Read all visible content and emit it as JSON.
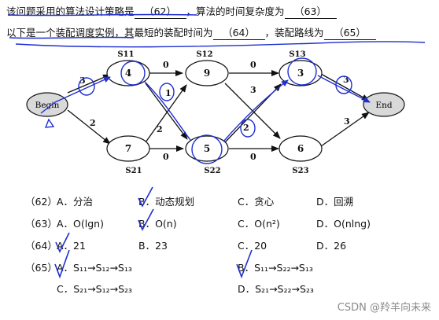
{
  "question": {
    "line1": {
      "part1": "该问题采用的算法设计策略是",
      "blank1": "（62）",
      "part2": "，算法的时间复杂度为",
      "blank2": "（63）"
    },
    "line2": {
      "part1": "以下是一个装配调度实例，",
      "part2": "其最短的装配时间为",
      "blank1": "（64）",
      "part3": "，装配路线为",
      "blank2": "（65）"
    }
  },
  "diagram": {
    "begin_label": "Begin",
    "end_label": "End",
    "nodes": {
      "s11": {
        "name": "S11",
        "value": "4"
      },
      "s12": {
        "name": "S12",
        "value": "9"
      },
      "s13": {
        "name": "S13",
        "value": "3"
      },
      "s21": {
        "name": "S21",
        "value": "7"
      },
      "s22": {
        "name": "S22",
        "value": "5"
      },
      "s23": {
        "name": "S23",
        "value": "6"
      }
    },
    "edges": {
      "begin_s11": "3",
      "begin_s21": "2",
      "s11_s12": "0",
      "s11_s22": "1",
      "s21_s12": "2",
      "s21_s22": "0",
      "s12_s13": "0",
      "s12_s23": "3",
      "s22_s13": "2",
      "s22_s23": "0",
      "s13_end": "3",
      "s23_end": "3"
    }
  },
  "options": [
    {
      "num": "（62）",
      "A": "A．分治",
      "B": "B．动态规划",
      "C": "C．贪心",
      "D": "D．回溯"
    },
    {
      "num": "（63）",
      "A": "A．O(lgn)",
      "B": "B．O(n)",
      "C": "C．O(n²)",
      "D": "D．O(nlng)"
    },
    {
      "num": "（64）",
      "A": "A．21",
      "B": "B．23",
      "C": "C．20",
      "D": "D．26"
    },
    {
      "num": "（65）",
      "A": "A．S₁₁→S₁₂→S₁₃",
      "B": "B．S₁₁→S₂₂→S₁₃",
      "C": "C．S₂₁→S₁₂→S₂₃",
      "D": "D．S₂₁→S₂₂→S₂₃"
    }
  ],
  "watermark": "CSDN @羚羊向未来",
  "colors": {
    "annotation": "#1f2fd0",
    "node_fill": "#ffffff",
    "terminal_fill": "#d9d9d9"
  }
}
